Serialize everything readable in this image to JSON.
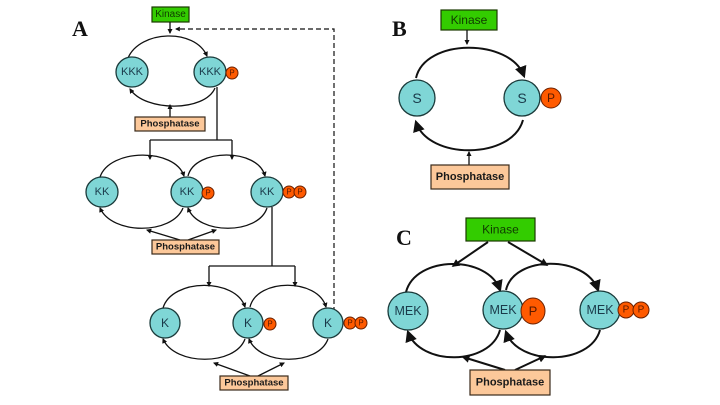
{
  "panels": {
    "A": {
      "label": "A",
      "kinase": "Kinase",
      "tiers": [
        {
          "unphos": "KKK",
          "mono": "KKK",
          "phosphatase": "Phosphatase"
        },
        {
          "unphos": "KK",
          "mono": "KK",
          "di": "KK",
          "phosphatase": "Phosphatase"
        },
        {
          "unphos": "K",
          "mono": "K",
          "di": "K",
          "phosphatase": "Phosphatase"
        }
      ],
      "feedback": "dashed negative feedback from K-PP to Kinase"
    },
    "B": {
      "label": "B",
      "kinase": "Kinase",
      "unphos": "S",
      "mono": "S",
      "phosphatase": "Phosphatase"
    },
    "C": {
      "label": "C",
      "kinase": "Kinase",
      "unphos": "MEK",
      "mono": "MEK",
      "di": "MEK",
      "phosphatase": "Phosphatase"
    }
  },
  "phospho_symbol": "P",
  "colors": {
    "substrate": "#7fd6d6",
    "phosphate": "#ff5a00",
    "kinase": "#33cc00",
    "phosphatase": "#fcc89a"
  }
}
